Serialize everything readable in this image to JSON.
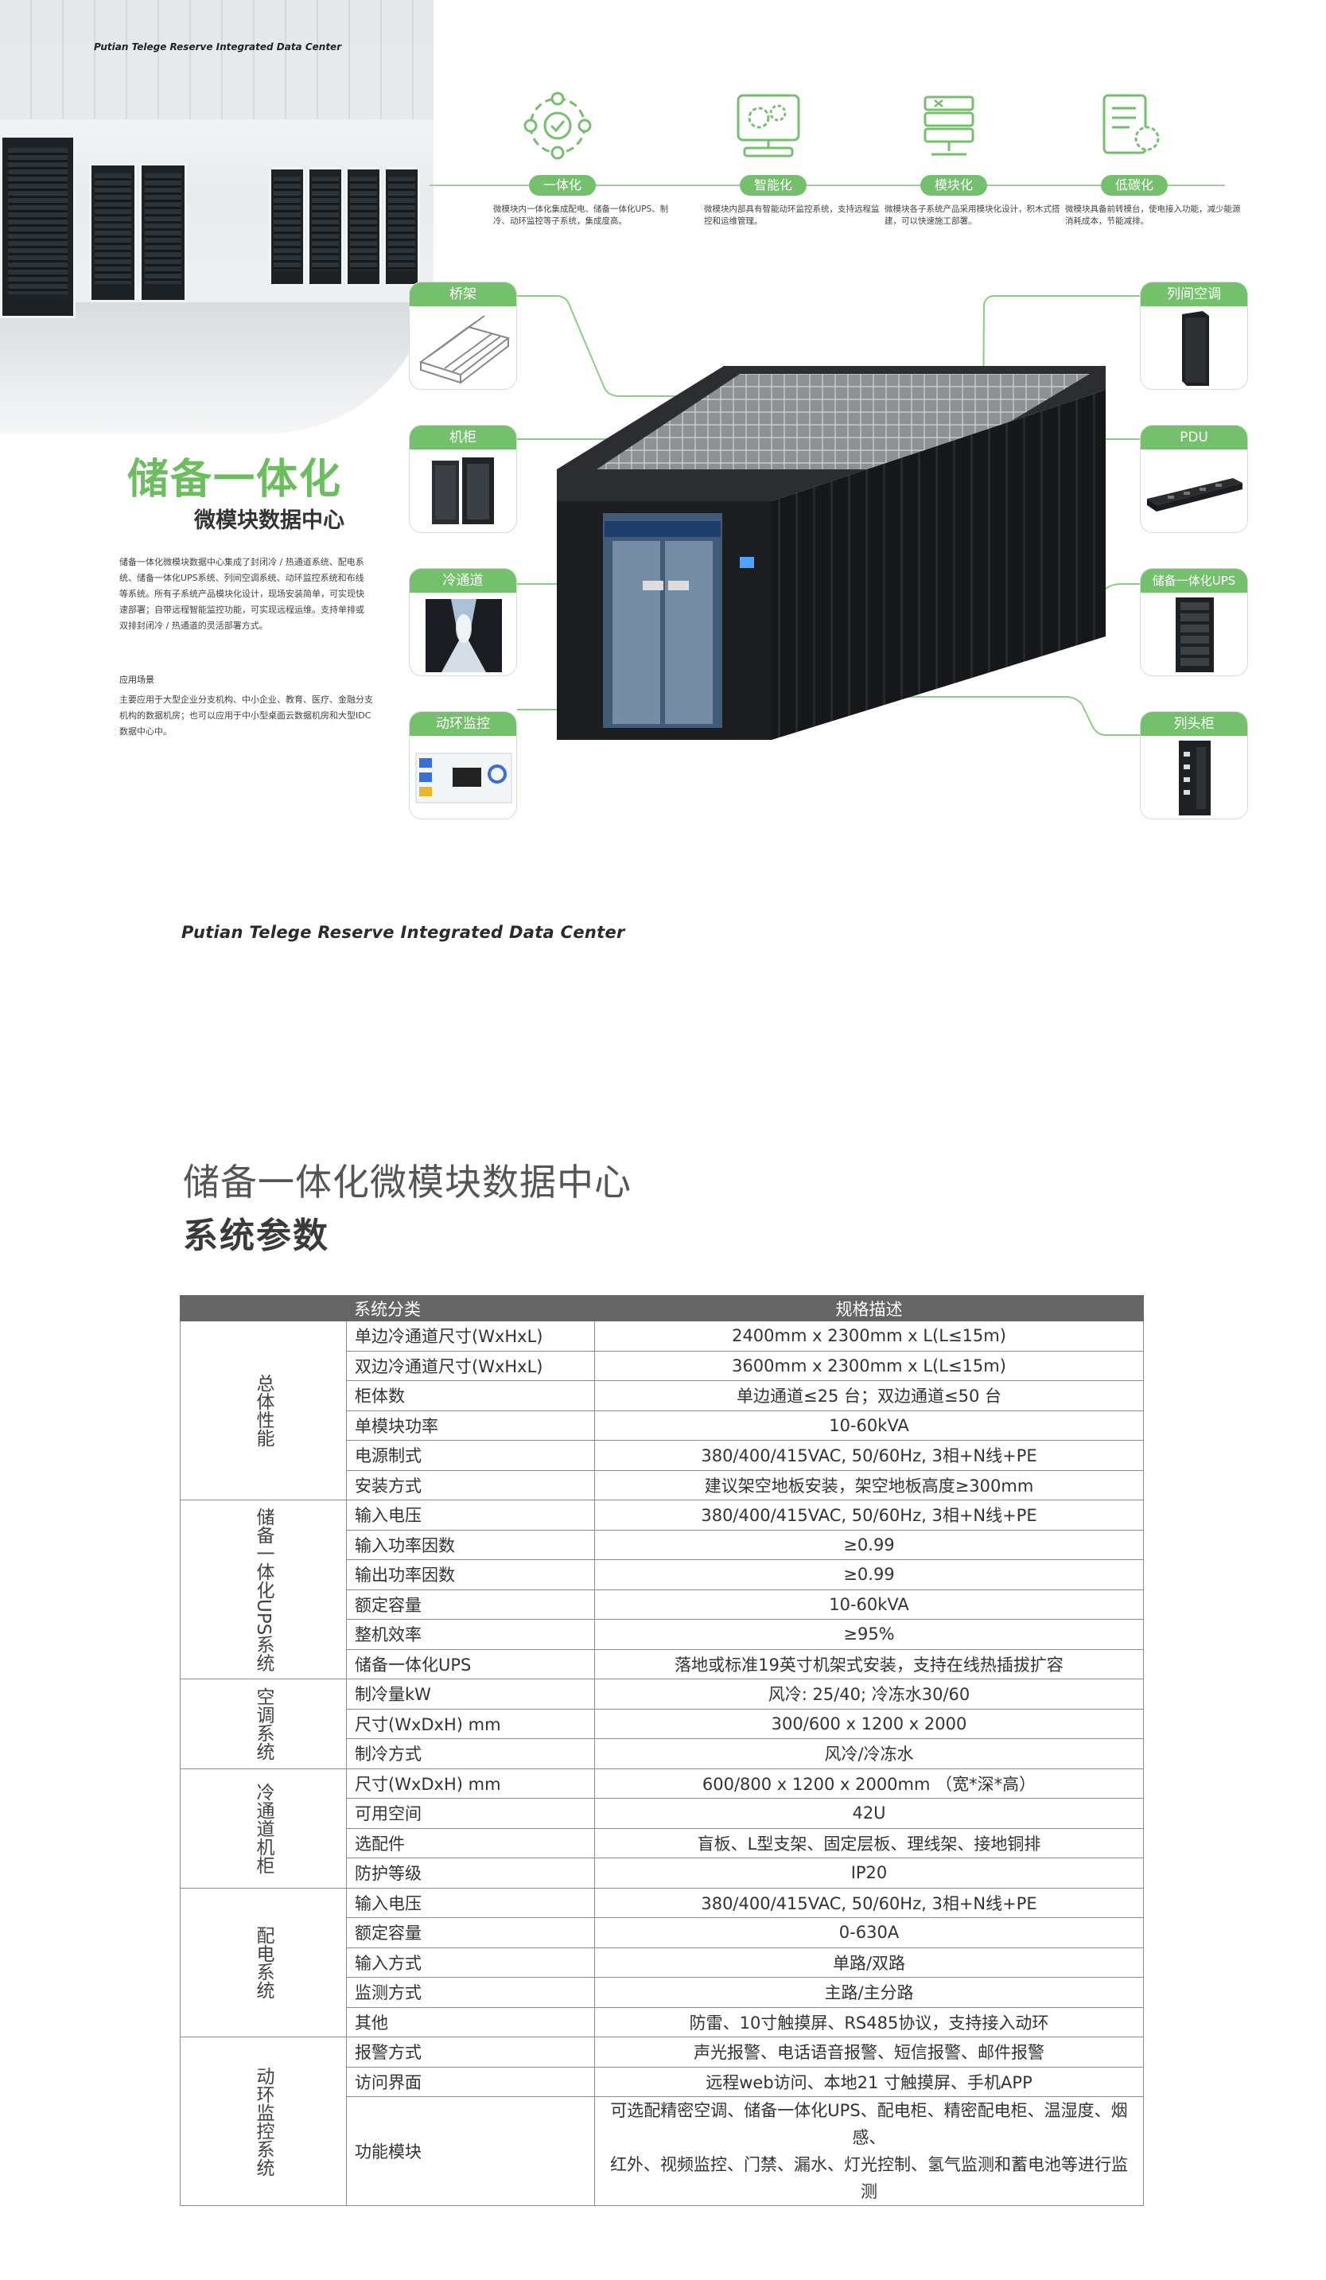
{
  "hero": {
    "caption": "Putian Telege Reserve Integrated Data Center"
  },
  "features": [
    {
      "icon": "integration-icon",
      "label": "一体化",
      "desc": "微模块内一体化集成配电、储备一体化UPS、制冷、动环监控等子系统，集成度高。"
    },
    {
      "icon": "intelligent-gears-icon",
      "label": "智能化",
      "desc": "微模块内部具有智能动环监控系统，支持远程监控和运维管理。"
    },
    {
      "icon": "modular-server-icon",
      "label": "模块化",
      "desc": "微模块各子系统产品采用模块化设计，积木式搭建，可以快速施工部署。"
    },
    {
      "icon": "low-carbon-report-icon",
      "label": "低碳化",
      "desc": "微模块具备前转模台，使电接入功能，减少能源消耗成本，节能减排。"
    }
  ],
  "components": {
    "left": [
      "桥架",
      "机柜",
      "冷通道",
      "动环监控"
    ],
    "right": [
      "列间空调",
      "PDU",
      "储备一体化UPS",
      "列头柜"
    ]
  },
  "title": {
    "main": "储备一体化",
    "sub": "微模块数据中心",
    "intro": "储备一体化微模块数据中心集成了封闭冷 / 热通道系统、配电系统、储备一体化UPS系统、列间空调系统、动环监控系统和布线等系统。所有子系统产品模块化设计，现场安装简单，可实现快速部署；自带远程智能监控功能，可实现远程运维。支持单排或双排封闭冷 / 热通道的灵活部署方式。",
    "app_heading": "应用场景",
    "app_text": "主要应用于大型企业分支机构、中小企业、教育、医疗、金融分支机构的数据机房；也可以应用于中小型桌面云数据机房和大型IDC数据中心中。"
  },
  "english_title": "Putian Telege Reserve Integrated Data Center",
  "section": {
    "title": "储备一体化微模块数据中心",
    "subtitle": "系统参数"
  },
  "table": {
    "headers": [
      "系统分类",
      "规格描述"
    ],
    "groups": [
      {
        "name": "总体性能",
        "rows": [
          [
            "单边冷通道尺寸(WxHxL)",
            "2400mm x 2300mm x L(L≤15m)"
          ],
          [
            "双边冷通道尺寸(WxHxL)",
            "3600mm x 2300mm x L(L≤15m)"
          ],
          [
            "柜体数",
            "单边通道≤25 台；双边通道≤50 台"
          ],
          [
            "单模块功率",
            "10-60kVA"
          ],
          [
            "电源制式",
            "380/400/415VAC, 50/60Hz, 3相+N线+PE"
          ],
          [
            "安装方式",
            "建议架空地板安装，架空地板高度≥300mm"
          ]
        ]
      },
      {
        "name": "储备一体化UPS系统",
        "rows": [
          [
            "输入电压",
            "380/400/415VAC, 50/60Hz, 3相+N线+PE"
          ],
          [
            "输入功率因数",
            "≥0.99"
          ],
          [
            "输出功率因数",
            "≥0.99"
          ],
          [
            "额定容量",
            "10-60kVA"
          ],
          [
            "整机效率",
            "≥95%"
          ],
          [
            "储备一体化UPS",
            "落地或标准19英寸机架式安装，支持在线热插拔扩容"
          ]
        ]
      },
      {
        "name": "空调系统",
        "rows": [
          [
            "制冷量kW",
            "风冷: 25/40; 冷冻水30/60"
          ],
          [
            "尺寸(WxDxH) mm",
            "300/600 x 1200 x 2000"
          ],
          [
            "制冷方式",
            "风冷/冷冻水"
          ]
        ]
      },
      {
        "name": "冷通道机柜",
        "rows": [
          [
            "尺寸(WxDxH) mm",
            "600/800 x 1200 x 2000mm （宽*深*高）"
          ],
          [
            "可用空间",
            "42U"
          ],
          [
            "选配件",
            "盲板、L型支架、固定层板、理线架、接地铜排"
          ],
          [
            "防护等级",
            "IP20"
          ]
        ]
      },
      {
        "name": "配电系统",
        "rows": [
          [
            "输入电压",
            "380/400/415VAC, 50/60Hz, 3相+N线+PE"
          ],
          [
            "额定容量",
            "0-630A"
          ],
          [
            "输入方式",
            "单路/双路"
          ],
          [
            "监测方式",
            "主路/主分路"
          ],
          [
            "其他",
            "防雷、10寸触摸屏、RS485协议，支持接入动环"
          ]
        ]
      },
      {
        "name": "动环监控系统",
        "rows": [
          [
            "报警方式",
            "声光报警、电话语音报警、短信报警、邮件报警"
          ],
          [
            "访问界面",
            "远程web访问、本地21 寸触摸屏、手机APP"
          ],
          [
            "功能模块",
            "可选配精密空调、储备一体化UPS、配电柜、精密配电柜、温湿度、烟感、",
            "红外、视频监控、门禁、漏水、灯光控制、氢气监测和蓄电池等进行监测"
          ]
        ]
      }
    ]
  },
  "colors": {
    "accent": "#75c06d",
    "accent_dark": "#2f7b2c",
    "header_gray": "#666666"
  }
}
